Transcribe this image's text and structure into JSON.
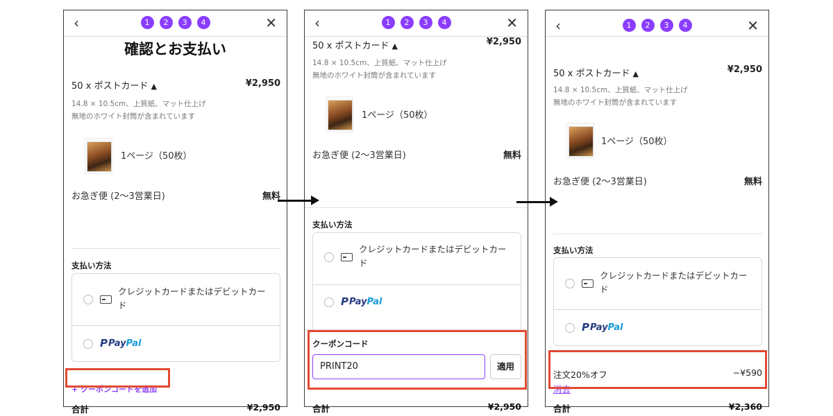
{
  "steps": [
    "1",
    "2",
    "3",
    "4"
  ],
  "icons": {
    "back": "chevron-left",
    "close": "close-x",
    "card": "credit-card"
  },
  "colors": {
    "accent": "#8b3dff",
    "highlight": "#e04a32",
    "paypal_dark": "#253b80",
    "paypal_light": "#179bd7"
  },
  "order": {
    "title": "確認とお支払い",
    "item_name": "50 x ポストカード",
    "item_price": "¥2,950",
    "spec": "14.8 × 10.5cm、上質紙、マット仕上げ",
    "envelope": "無地のホワイト封筒が含まれています",
    "pages": "1ページ（50枚）",
    "shipping": "お急ぎ便 (2〜3営業日)",
    "shipping_price": "無料"
  },
  "payment": {
    "title": "支払い方法",
    "card_label": "クレジットカードまたはデビットカード",
    "paypal_pay": "Pay",
    "paypal_pal": "Pal"
  },
  "coupon": {
    "add_link": "+ クーポンコードを追加",
    "title": "クーポンコード",
    "input_value": "PRINT20",
    "apply": "適用",
    "discount_label": "注文20%オフ",
    "discount_value": "−¥590",
    "remove": "消去"
  },
  "totals": {
    "label": "合計",
    "before": "¥2,950",
    "after": "¥2,360"
  }
}
